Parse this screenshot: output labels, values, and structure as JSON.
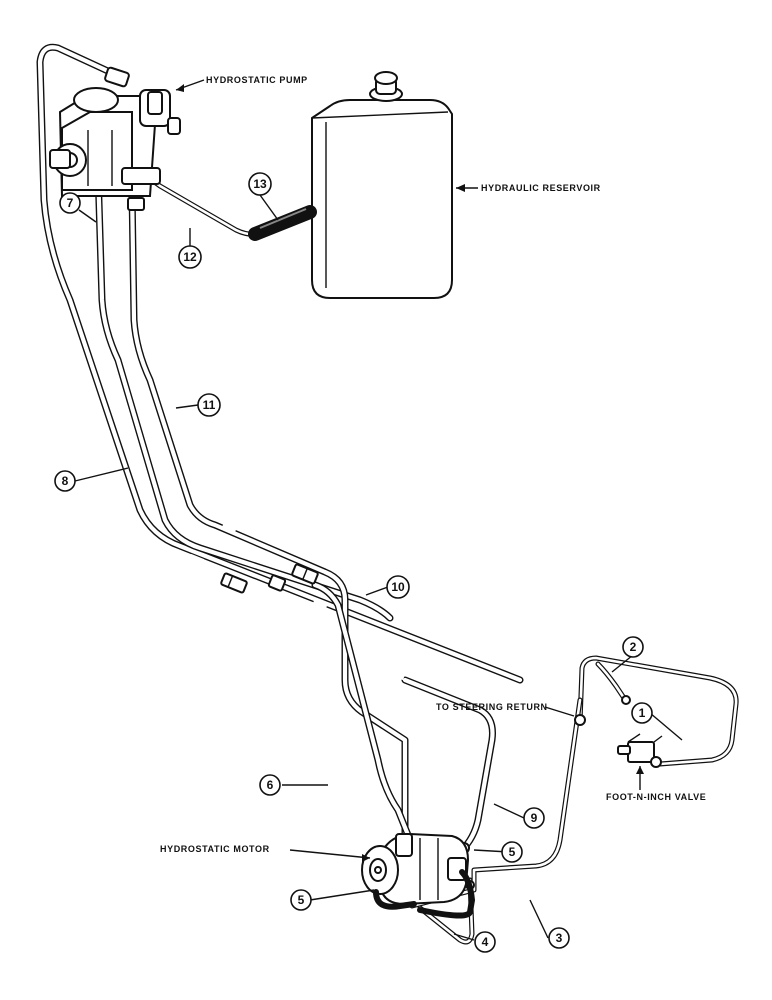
{
  "labels": {
    "hydrostatic_pump": "HYDROSTATIC PUMP",
    "hydraulic_reservoir": "HYDRAULIC RESERVOIR",
    "to_steering_return": "TO STEERING RETURN",
    "hydrostatic_motor": "HYDROSTATIC MOTOR",
    "foot_n_inch_valve": "FOOT-N-INCH VALVE"
  },
  "callouts": {
    "c1": "1",
    "c2": "2",
    "c3": "3",
    "c4": "4",
    "c5a": "5",
    "c5b": "5",
    "c6": "6",
    "c7": "7",
    "c8": "8",
    "c9": "9",
    "c10": "10",
    "c11": "11",
    "c12": "12",
    "c13": "13"
  }
}
